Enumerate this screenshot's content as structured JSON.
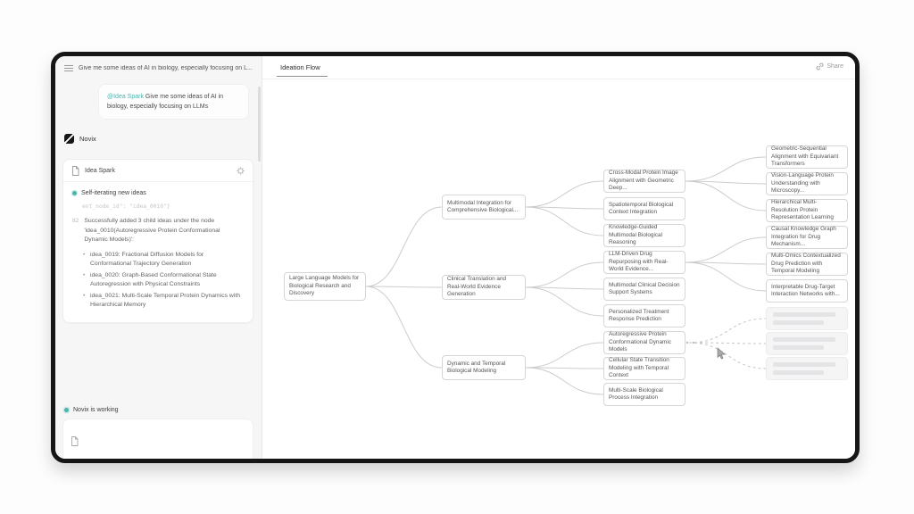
{
  "colors": {
    "accent": "#4ab5ae",
    "frame": "#161616",
    "edge": "#c9c9cb"
  },
  "icons": {
    "hamburger-icon": "three horizontal lines",
    "novix-logo": "black rounded square with white diagonal",
    "document-icon": "page with folded corner",
    "gear-icon": "settings gear",
    "link-icon": "chain link",
    "attachment-icon": "page glyph",
    "pointer-cursor-icon": "mouse pointer"
  },
  "sidebar": {
    "conversation_title": "Give me some ideas of AI in biology, especially focusing on L...",
    "user_message": {
      "mention": "@Idea Spark",
      "text": " Give me some ideas of AI in biology, especially focusing on LLMs"
    },
    "assistant_name": "Novix",
    "tool_card": {
      "title": "Idea Spark",
      "status_line": "Self-iterating new ideas",
      "code_snippet": "ent_node_id\": \"idea_0010\"}",
      "line_number": "82",
      "result_text": "Successfully added 3 child ideas under the node 'idea_0010(Autoregressive Protein Conformational Dynamic Models)':",
      "bullets": [
        "idea_0019: Fractional Diffusion Models for Conformational Trajectory Generation",
        "idea_0020: Graph-Based Conformational State Autoregression with Physical Constraints",
        "idea_0021: Multi-Scale Temporal Protein Dynamics with Hierarchical Memory"
      ]
    },
    "working_status": "Novix is working"
  },
  "header": {
    "tab_label": "Ideation Flow",
    "share_label": "Share"
  },
  "flow": {
    "root": "Large Language Models for Biological Research and Discovery",
    "level2": [
      "Multimodal Integration for Comprehensive Biological...",
      "Clinical Translation and Real-World Evidence Generation",
      "Dynamic and Temporal Biological Modeling"
    ],
    "level3": [
      "Cross-Modal Protein Image Alignment with Geometric Deep...",
      "Spatiotemporal Biological Context Integration",
      "Knowledge-Guided Multimodal Biological Reasoning",
      "LLM-Driven Drug Repurposing with Real-World Evidence...",
      "Multimodal Clinical Decision Support Systems",
      "Personalized Treatment Response Prediction",
      "Autoregressive Protein Conformational Dynamic Models",
      "Cellular State Transition Modeling with Temporal Context",
      "Multi-Scale Biological Process Integration"
    ],
    "level4": [
      "Geometric-Sequential Alignment with Equivariant Transformers",
      "Vision-Language Protein Understanding with Microscopy...",
      "Hierarchical Multi-Resolution Protein Representation Learning",
      "Causal Knowledge Graph Integration for Drug Mechanism...",
      "Multi-Omics Contextualized Drug Prediction with Temporal Modeling",
      "Interpretable Drug-Target Interaction Networks with..."
    ]
  }
}
